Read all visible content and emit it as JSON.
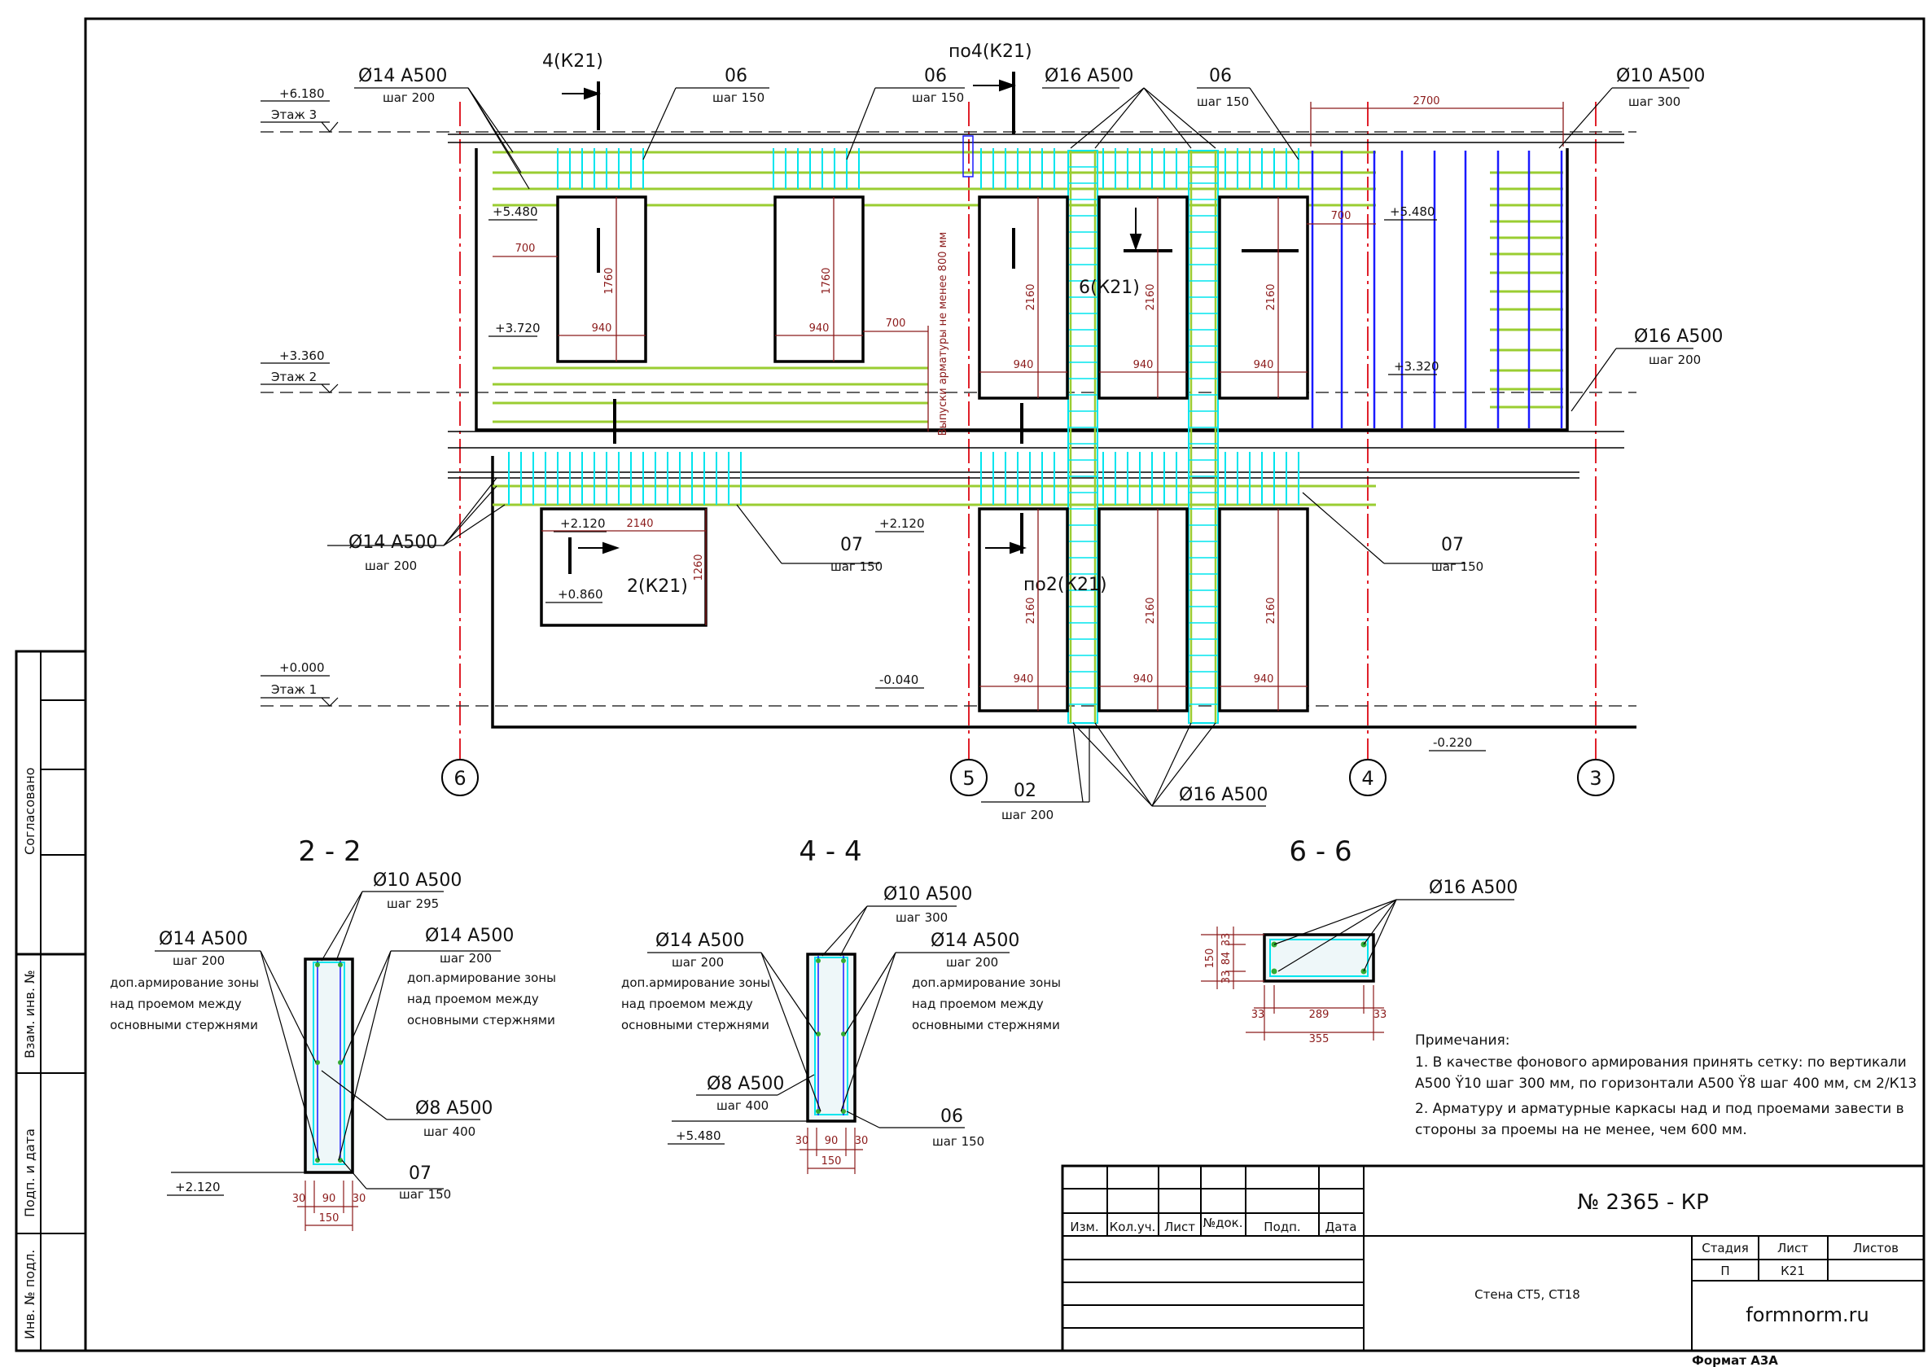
{
  "levels": [
    {
      "mark": "+6.180",
      "floor": "Этаж 3"
    },
    {
      "mark": "+3.360",
      "floor": "Этаж 2"
    },
    {
      "mark": "+0.000",
      "floor": "Этаж 1"
    }
  ],
  "elevations": [
    "+5.480",
    "+3.720",
    "+2.120",
    "+0.860",
    "+2.120",
    "-0.040",
    "+5.480",
    "+3.320",
    "-0.220"
  ],
  "section_markers": [
    "4(К21)",
    "по4(К21)",
    "6(К21)",
    "2(К21)",
    "по2(К21)"
  ],
  "axes": [
    "6",
    "5",
    "4",
    "3"
  ],
  "callouts": {
    "phi14_top": {
      "label": "Ø14 А500",
      "pitch": "шаг 200"
    },
    "o6_a": {
      "label": "06",
      "pitch": "шаг 150"
    },
    "o6_b": {
      "label": "06",
      "pitch": "шаг 150"
    },
    "phi16_top": {
      "label": "Ø16 А500"
    },
    "o6_c": {
      "label": "06",
      "pitch": "шаг 150"
    },
    "phi10_top": {
      "label": "Ø10 А500",
      "pitch": "шаг 300"
    },
    "phi16_right": {
      "label": "Ø16 А500",
      "pitch": "шаг 200"
    },
    "phi14_left": {
      "label": "Ø14 А500",
      "pitch": "шаг 200"
    },
    "o7_mid": {
      "label": "07",
      "pitch": "шаг 150"
    },
    "o7_right": {
      "label": "07",
      "pitch": "шаг 150"
    },
    "o2_bottom": {
      "label": "02",
      "pitch": "шаг 200"
    },
    "phi16_bottom": {
      "label": "Ø16 А500"
    }
  },
  "vertical_note": "Выпуски арматуры не менее 800 мм",
  "dims": {
    "d2700": "2700",
    "d700": "700",
    "d1760": "1760",
    "d940": "940",
    "d2160": "2160",
    "d2140": "2140",
    "d1260": "1260"
  },
  "sections": {
    "s22": {
      "title": "2 - 2",
      "phi10": {
        "label": "Ø10 А500",
        "pitch": "шаг 295"
      },
      "phi14_l": {
        "label": "Ø14 А500",
        "pitch": "шаг 200",
        "note": [
          "доп.армирование зоны",
          "над проемом между",
          "основными стержнями"
        ]
      },
      "phi14_r": {
        "label": "Ø14 А500",
        "pitch": "шаг 200",
        "note": [
          "доп.армирование зоны",
          "над проемом между",
          "основными стержнями"
        ]
      },
      "phi8": {
        "label": "Ø8 А500",
        "pitch": "шаг 400"
      },
      "o7": {
        "label": "07",
        "pitch": "шаг 150"
      },
      "elev": "+2.120",
      "dims": [
        "30",
        "90",
        "30",
        "150"
      ]
    },
    "s44": {
      "title": "4 - 4",
      "phi10": {
        "label": "Ø10 А500",
        "pitch": "шаг 300"
      },
      "phi14_l": {
        "label": "Ø14 А500",
        "pitch": "шаг 200",
        "note": [
          "доп.армирование зоны",
          "над проемом между",
          "основными стержнями"
        ]
      },
      "phi14_r": {
        "label": "Ø14 А500",
        "pitch": "шаг 200",
        "note": [
          "доп.армирование зоны",
          "над проемом между",
          "основными стержнями"
        ]
      },
      "phi8": {
        "label": "Ø8 А500",
        "pitch": "шаг 400"
      },
      "o6": {
        "label": "06",
        "pitch": "шаг 150"
      },
      "elev": "+5.480",
      "dims": [
        "30",
        "90",
        "30",
        "150"
      ]
    },
    "s66": {
      "title": "6 - 6",
      "phi16": {
        "label": "Ø16 А500"
      },
      "dims": [
        "33",
        "84",
        "33",
        "150",
        "33",
        "289",
        "33",
        "355"
      ]
    }
  },
  "notes": {
    "heading": "Примечания:",
    "lines": [
      "1. В качестве фонового армирования принять сетку: по вертикали",
      "А500 Ÿ10 шаг 300 мм, по горизонтали А500 Ÿ8 шаг 400 мм,  см 2/К13",
      "2. Арматуру и арматурные каркасы над и под проемами завести в",
      "стороны за проемы на не менее, чем 600 мм."
    ]
  },
  "side_stamp": {
    "agreed": "Согласовано",
    "rows": [
      "Взам. инв. №",
      "Подп. и дата",
      "Инв. № подл."
    ]
  },
  "title_block": {
    "headers": [
      "Изм.",
      "Кол.уч.",
      "Лист",
      "№док.",
      "Подп.",
      "Дата"
    ],
    "code": "№ 2365 - КР",
    "name": "Стена СТ5, СТ18",
    "stage_hdr": "Стадия",
    "sheet_hdr": "Лист",
    "sheets_hdr": "Листов",
    "stage": "П",
    "sheet": "К21",
    "site": "formnorm.ru",
    "format": "Формат А3А"
  },
  "colors": {
    "line": "#000000",
    "dim": "#8b1a1a",
    "axis": "#e0202a",
    "mesh": "#00e5ee",
    "rebar": "#9acd32",
    "blue": "#1a1aff"
  }
}
